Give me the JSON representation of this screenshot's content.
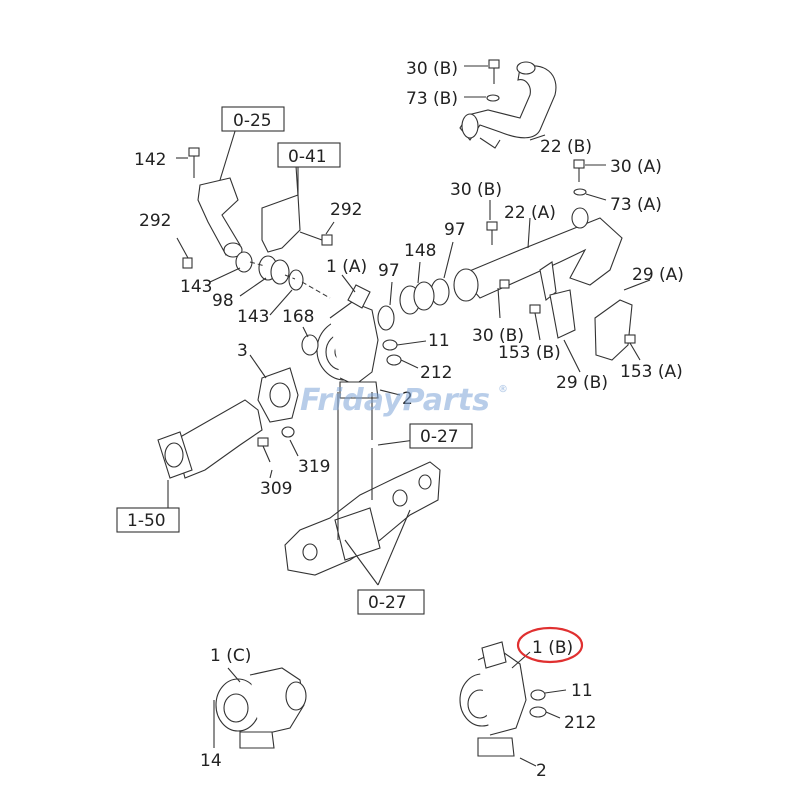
{
  "watermark": {
    "text": "FridayParts",
    "registered": "®"
  },
  "labels": {
    "l_30b_top": "30 (B)",
    "l_73b_top": "73 (B)",
    "l_22b": "22 (B)",
    "l_0_25": "0-25",
    "l_0_41": "0-41",
    "l_142": "142",
    "l_30a": "30 (A)",
    "l_73a": "73 (A)",
    "l_292_left": "292",
    "l_292_right": "292",
    "l_30b_mid": "30 (B)",
    "l_22a": "22 (A)",
    "l_97_a": "97",
    "l_148": "148",
    "l_97_b": "97",
    "l_143_a": "143",
    "l_98": "98",
    "l_1a": "1 (A)",
    "l_29a": "29 (A)",
    "l_143_b": "143",
    "l_168": "168",
    "l_11_top": "11",
    "l_30b_low": "30 (B)",
    "l_153b": "153 (B)",
    "l_3": "3",
    "l_212_top": "212",
    "l_29b": "29 (B)",
    "l_153a": "153 (A)",
    "l_2_top": "2",
    "l_0_27_top": "0-27",
    "l_319": "319",
    "l_309": "309",
    "l_1_50": "1-50",
    "l_0_27_bottom": "0-27",
    "l_1c": "1 (C)",
    "l_1b": "1 (B)",
    "l_11_bottom": "11",
    "l_212_bottom": "212",
    "l_14": "14",
    "l_2_bottom": "2"
  },
  "highlight": {
    "target": "1 (B)",
    "color": "#e03030"
  }
}
